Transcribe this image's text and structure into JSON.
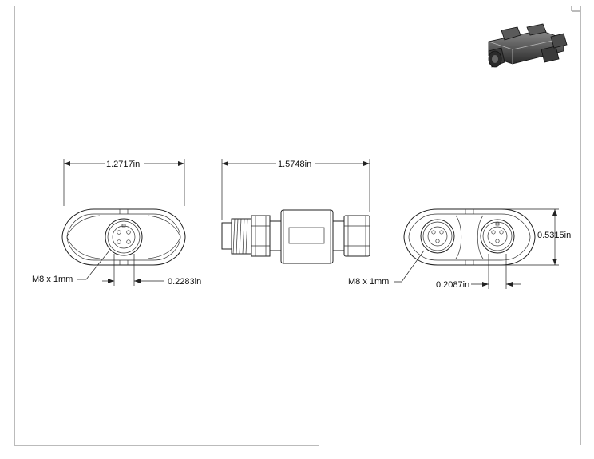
{
  "dimensions": {
    "front_width": "1.2717in",
    "side_length": "1.5748in",
    "front_pin_spacing": "0.2283in",
    "rear_height": "0.5315in",
    "rear_pin_spacing": "0.2087in"
  },
  "callouts": {
    "front_thread": "M8 x 1mm",
    "rear_thread": "M8 x 1mm"
  },
  "colors": {
    "line": "#222222",
    "frame": "#777777",
    "background": "#ffffff"
  }
}
